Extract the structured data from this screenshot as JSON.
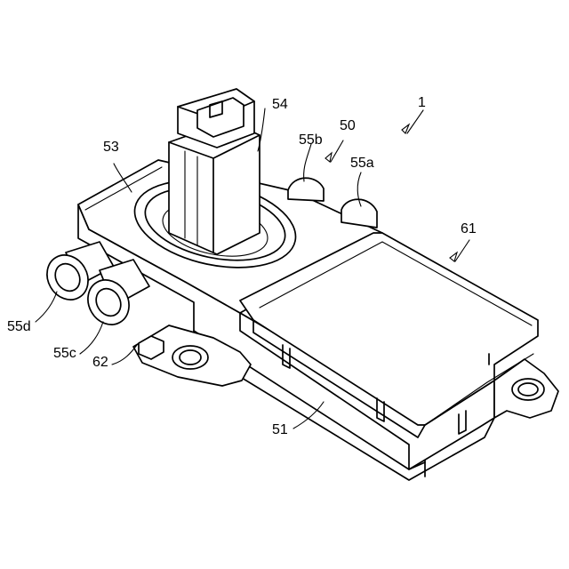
{
  "labels": {
    "ref_1": "1",
    "ref_50": "50",
    "ref_51": "51",
    "ref_53": "53",
    "ref_54": "54",
    "ref_55a": "55a",
    "ref_55b": "55b",
    "ref_55c": "55c",
    "ref_55d": "55d",
    "ref_61": "61",
    "ref_62": "62"
  }
}
